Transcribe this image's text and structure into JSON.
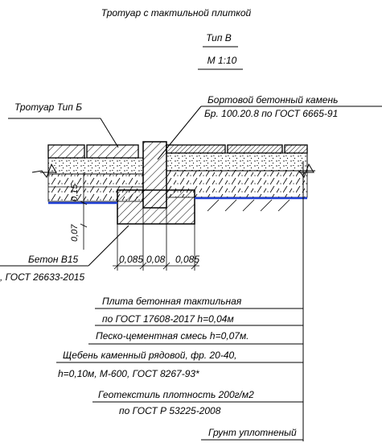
{
  "title": "Тротуар с тактильной плиткой",
  "type_label": "Тип В",
  "scale": "М 1:10",
  "sidewalk_label": "Тротуар Тип Б",
  "curb": {
    "line1": "Бортовой бетонный камень",
    "line2": "Бр. 100.20.8 по ГОСТ 6665-91"
  },
  "concrete": {
    "line1": "Бетон В15",
    "line2": ", ГОСТ 26633-2015"
  },
  "dimensions": {
    "horizontal": [
      "0,085",
      "0,08",
      "0,085"
    ],
    "vertical": [
      "0,15",
      "0,07"
    ]
  },
  "layers": [
    "Плита бетонная тактильная",
    "по ГОСТ 17608-2017 h=0,04м",
    "Песко-цементная смесь h=0,07м.",
    "Щебень каменный рядовой, фр. 20-40,",
    "h=0,10м, М-600, ГОСТ 8267-93*",
    "Геотекстиль плотность 200г/м2",
    "по ГОСТ Р 53225-2008",
    "Грунт уплотненый"
  ],
  "colors": {
    "line": "#000000",
    "geotextile": "#1f3fd6"
  }
}
